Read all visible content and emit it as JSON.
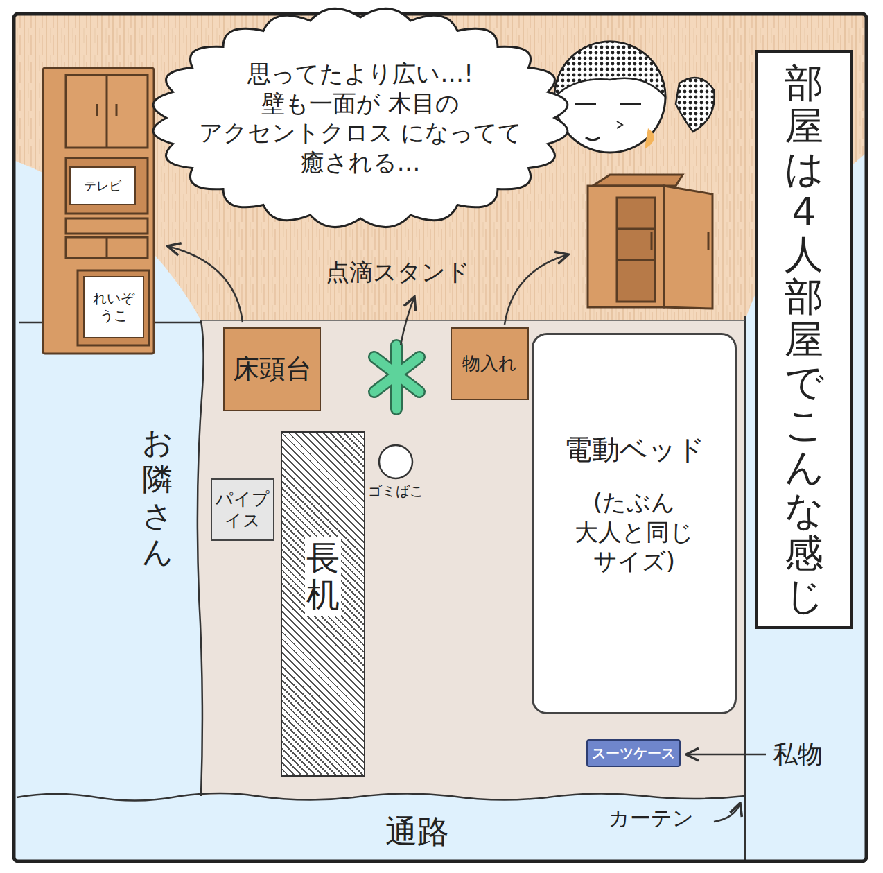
{
  "diagram": {
    "nodes": [
      {
        "text": [
          "思ってたより広い…! 壁も一面が 木目の アクセントクロス になってて 癒される…"
        ]
      },
      {
        "text": [
          "部屋は4人部屋でこんな感じ"
        ]
      },
      {
        "text": [
          "テレビ"
        ]
      },
      {
        "text": [
          "れいぞうこ"
        ]
      },
      {
        "text": [
          "床頭台"
        ]
      },
      {
        "text": [
          "物入れ"
        ]
      },
      {
        "text": [
          "電動ベッド",
          "(たぶん 大人と同じ サイズ)"
        ]
      },
      {
        "text": [
          "パイプ イス"
        ]
      },
      {
        "text": [
          "長机"
        ]
      },
      {
        "text": [
          "ゴミばこ"
        ]
      },
      {
        "text": [
          "スーツケース"
        ]
      }
    ],
    "labels": [
      "点滴スタンド",
      "お隣さん",
      "私物",
      "カーテン",
      "通路"
    ]
  }
}
